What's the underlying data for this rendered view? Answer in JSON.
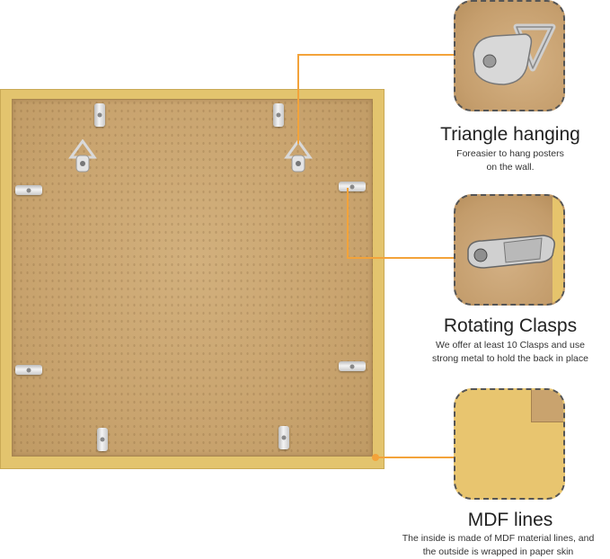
{
  "features": [
    {
      "title": "Triangle hanging",
      "desc_lines": [
        "Foreasier to hang posters",
        "on the wall."
      ],
      "icon": "triangle-hanger-photo"
    },
    {
      "title": "Rotating Clasps",
      "desc_lines": [
        "We offer at least 10 Clasps and use",
        "strong metal to hold the back in place"
      ],
      "icon": "rotating-clasp-photo"
    },
    {
      "title": "MDF lines",
      "desc_lines": [
        "The inside is made of MDF material lines, and",
        "the outside is wrapped in paper skin"
      ],
      "icon": "mdf-corner-photo"
    }
  ],
  "colors": {
    "frame": "#e3c46e",
    "backing": "#c9a46f",
    "accent_line": "#f3a33a",
    "text": "#222222"
  }
}
